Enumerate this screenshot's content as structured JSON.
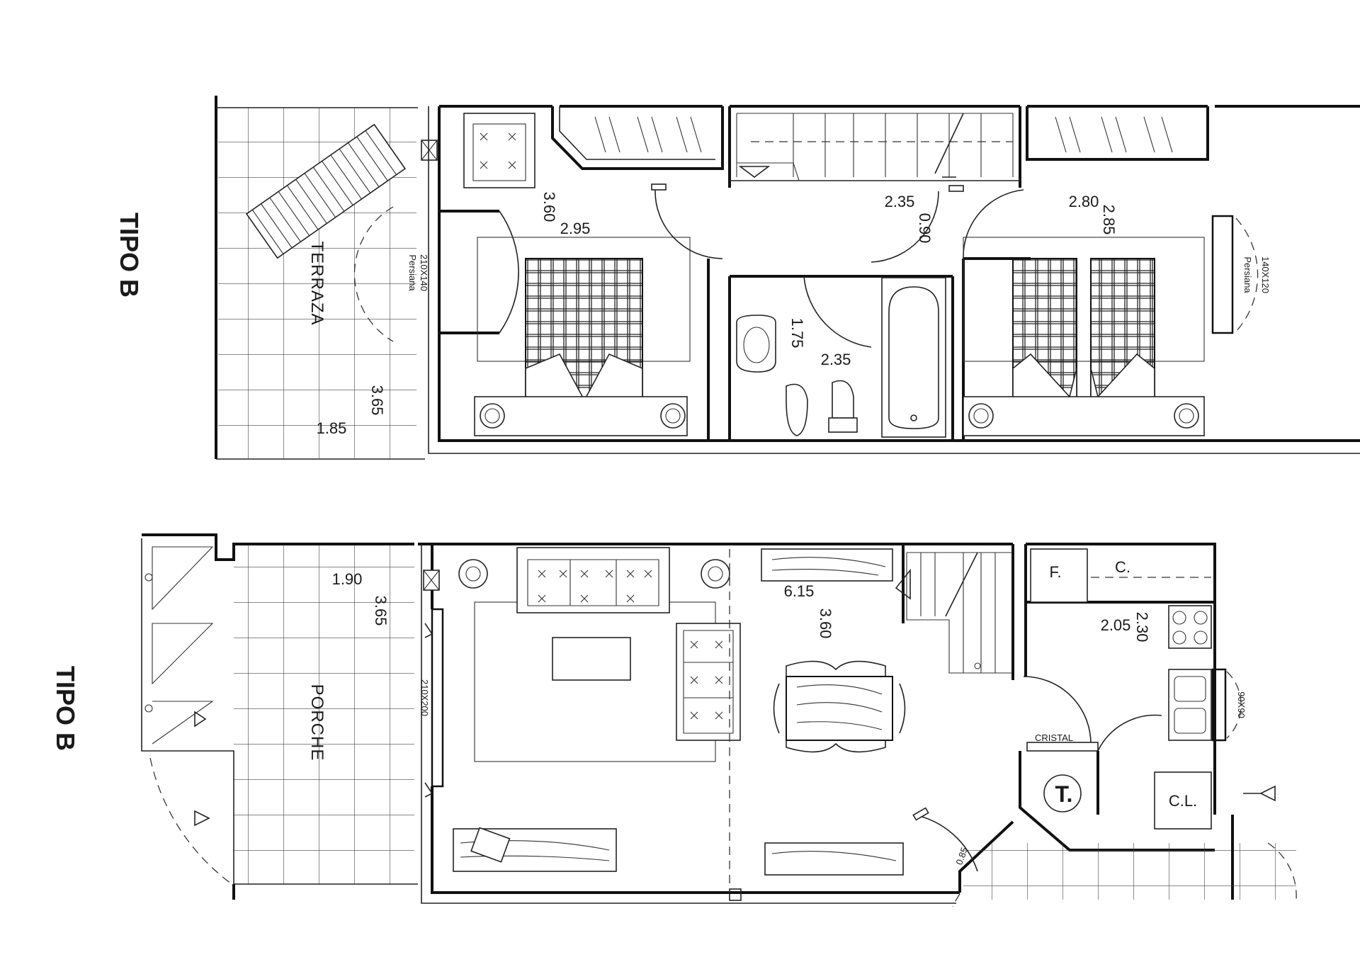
{
  "upper_floor": {
    "title": "TIPO B",
    "terrace_label": "TERRAZA",
    "window_left": {
      "size": "210X140",
      "type": "Persiana"
    },
    "window_right": {
      "size": "140X120",
      "type": "Persiana"
    },
    "dims": {
      "terrace_w": "1.85",
      "terrace_d": "3.65",
      "bed1_w": "2.95",
      "bed1_d": "3.60",
      "hall_w": "2.35",
      "hall_d": "0.90",
      "bath_w": "2.35",
      "bath_d": "1.75",
      "bed2_w": "2.80",
      "bed2_d": "2.85"
    }
  },
  "ground_floor": {
    "title": "TIPO B",
    "porch_label": "PORCHE",
    "living_window": "210X200",
    "kitchen_window": "90X90",
    "entry_door": "0.85",
    "cristal_label": "CRISTAL",
    "fridge_label": "F.",
    "cabinet_label": "C.",
    "laundry_label": "C.L.",
    "toilet_label": "T.",
    "dims": {
      "porch_w": "1.90",
      "porch_d": "3.65",
      "living_w": "6.15",
      "living_d": "3.60",
      "kitchen_w": "2.05",
      "kitchen_d": "2.30"
    }
  }
}
